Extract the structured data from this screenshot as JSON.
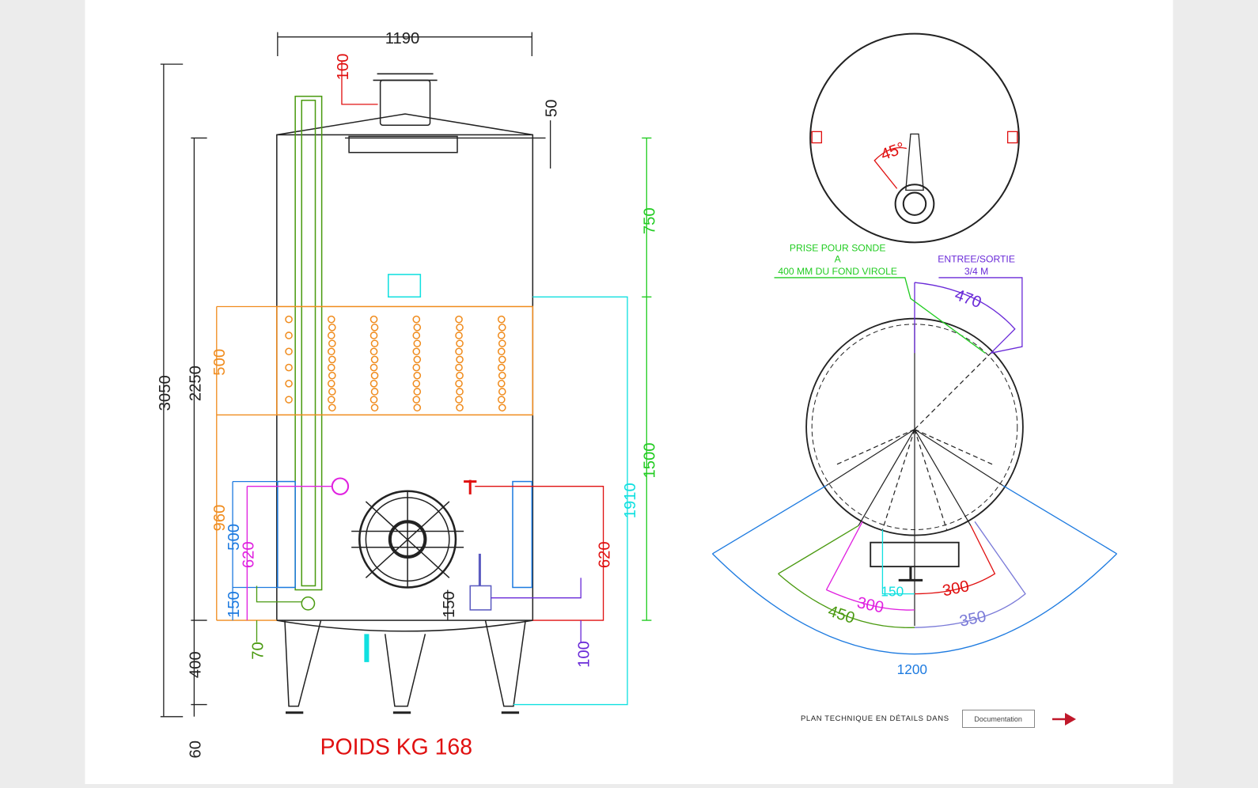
{
  "weight_label": "POIDS KG 168",
  "side_view": {
    "dims_black": [
      "1190",
      "50",
      "3050",
      "2250",
      "400",
      "60",
      "150"
    ],
    "dims_red": [
      "100",
      "620"
    ],
    "dims_green": [
      "750",
      "1500",
      "70"
    ],
    "dims_orange": [
      "500",
      "960"
    ],
    "dims_blue": [
      "500",
      "150"
    ],
    "dims_magenta": [
      "620"
    ],
    "dims_cyan": [
      "1910"
    ],
    "dims_violet": [
      "100"
    ]
  },
  "top_view": {
    "angle": "45°"
  },
  "bottom_view": {
    "probe_note": [
      "PRISE POUR SONDE",
      "A",
      "400 MM DU FOND VIROLE"
    ],
    "inlet_note": [
      "ENTREE/SORTIE",
      "3/4 M"
    ],
    "dims": {
      "d470": "470",
      "d450": "450",
      "d300m": "300",
      "d150": "150",
      "d300r": "300",
      "d350": "350",
      "d1200": "1200"
    }
  },
  "footer": {
    "label": "PLAN TECHNIQUE EN DÉTAILS DANS",
    "button": "Documentation"
  },
  "colors": {
    "red": "#e01010",
    "green": "#22cc22",
    "orange": "#f08c1e",
    "blue": "#1e7be0",
    "magenta": "#e020e0",
    "cyan": "#10e0e0",
    "violet": "#6a2ad8",
    "olive": "#4a9a10",
    "arrow": "#c0182a"
  }
}
